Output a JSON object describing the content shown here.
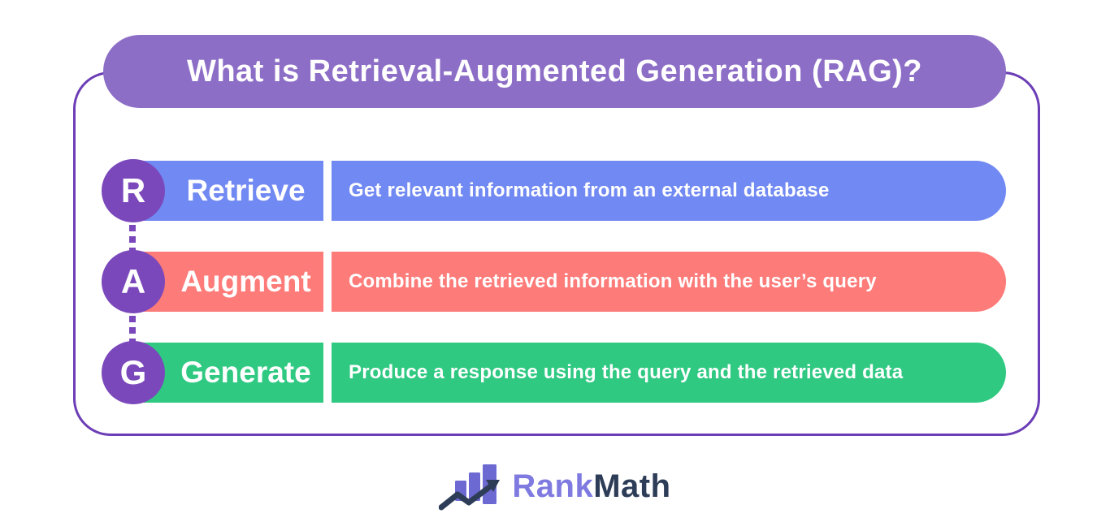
{
  "title": "What is Retrieval-Augmented Generation (RAG)?",
  "colors": {
    "background": "#ffffff",
    "header_bg": "#8d6ec7",
    "card_border": "#6c3db6",
    "circle_bg": "#7b48bb",
    "connector": "#7b48bb",
    "text_on_color": "#ffffff"
  },
  "rows": [
    {
      "letter": "R",
      "label": "Retrieve",
      "description": "Get relevant information from an external database",
      "color": "#7189f2"
    },
    {
      "letter": "A",
      "label": "Augment",
      "description": "Combine the retrieved information with the user’s query",
      "color": "#fd7b79"
    },
    {
      "letter": "G",
      "label": "Generate",
      "description": "Produce a response using the query and the retrieved data",
      "color": "#2fc982"
    }
  ],
  "brand": {
    "name_part1": "Rank",
    "name_part2": "Math",
    "part1_color": "#7e7ae0",
    "part2_color": "#2e3d57",
    "icon": "bar-chart-trend-arrow-icon",
    "icon_bar_color": "#6c69d2",
    "icon_arrow_color": "#2e3d57"
  }
}
